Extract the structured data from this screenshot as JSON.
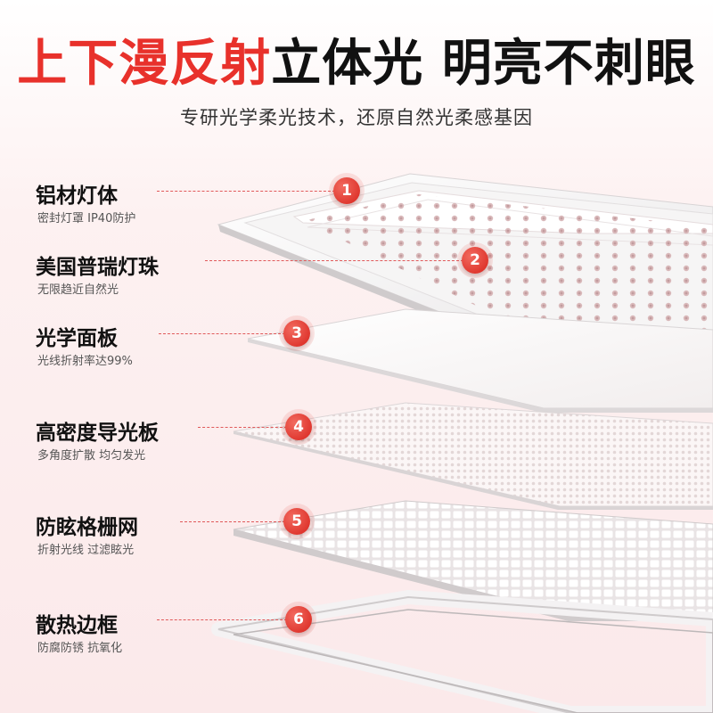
{
  "headline": {
    "red_part": "上下漫反射",
    "black_part": "立体光 明亮不刺眼"
  },
  "subtitle": "专研光学柔光技术，还原自然光柔感基因",
  "colors": {
    "accent": "#e8312b",
    "text": "#111111",
    "subtext": "#555555"
  },
  "layers": [
    {
      "number": "1",
      "title": "铝材灯体",
      "desc": "密封灯罩 IP40防护"
    },
    {
      "number": "2",
      "title": "美国普瑞灯珠",
      "desc": "无限趋近自然光"
    },
    {
      "number": "3",
      "title": "光学面板",
      "desc": "光线折射率达99%"
    },
    {
      "number": "4",
      "title": "高密度导光板",
      "desc": "多角度扩散 均匀发光"
    },
    {
      "number": "5",
      "title": "防眩格栅网",
      "desc": "折射光线 过滤眩光"
    },
    {
      "number": "6",
      "title": "散热边框",
      "desc": "防腐防锈 抗氧化"
    }
  ]
}
